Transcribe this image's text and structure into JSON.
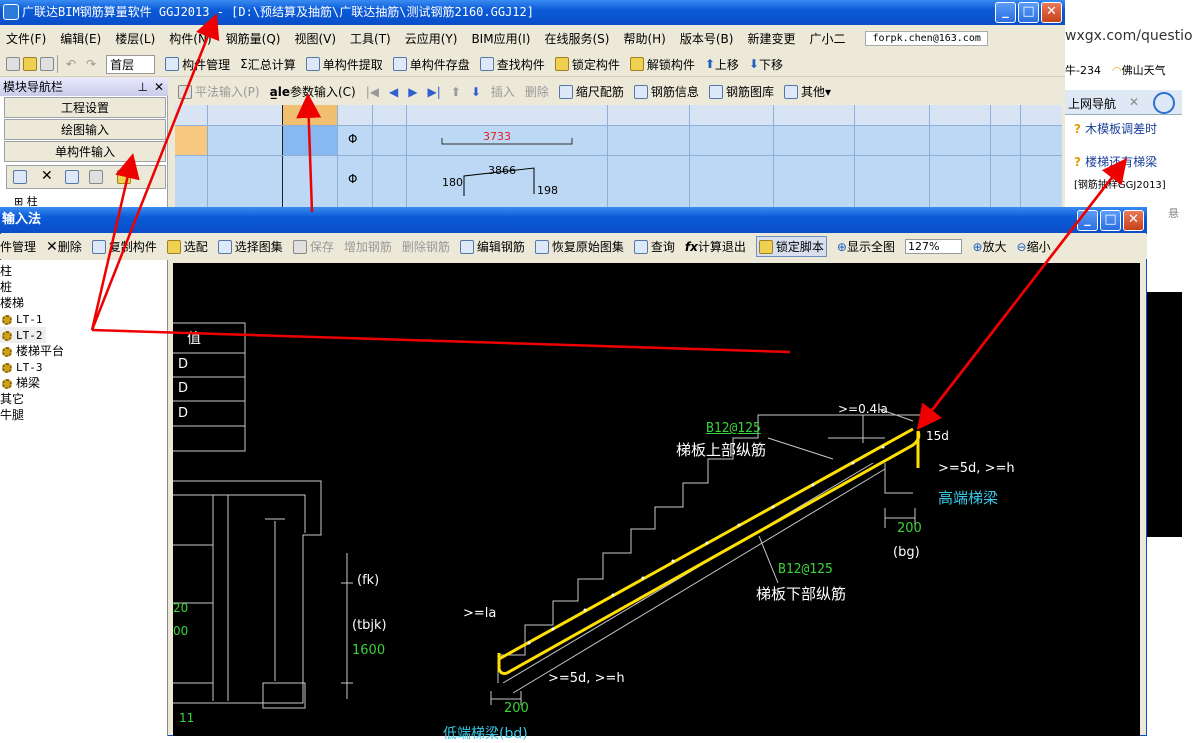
{
  "main": {
    "title": "广联达BIM钢筋算量软件 GGJ2013 - [D:\\预结算及抽筋\\广联达抽筋\\测试钢筋2160.GGJ12]",
    "menu": [
      "文件(F)",
      "编辑(E)",
      "楼层(L)",
      "构件(N)",
      "钢筋量(Q)",
      "视图(V)",
      "工具(T)",
      "云应用(Y)",
      "BIM应用(I)",
      "在线服务(S)",
      "帮助(H)",
      "版本号(B)",
      "新建变更",
      "广小二"
    ],
    "email": "forpk.chen@163.com",
    "toolbar": {
      "floor": "首层",
      "items": [
        "构件管理",
        "汇总计算",
        "单构件提取",
        "单构件存盘",
        "查找构件",
        "锁定构件",
        "解锁构件",
        "上移",
        "下移"
      ]
    },
    "nav": {
      "title": "模块导航栏",
      "buttons": [
        "工程设置",
        "绘图输入",
        "单构件输入"
      ],
      "tree_item": "柱"
    },
    "toolbar2": {
      "items": [
        "平法输入(P)",
        "参数输入(C)",
        "插入",
        "删除",
        "缩尺配筋",
        "钢筋信息",
        "钢筋图库",
        "其他"
      ]
    },
    "grid": {
      "row1_len": "3733",
      "row2_len": "3866",
      "row2_left": "180",
      "row2_right": "198",
      "symbol": "Φ"
    }
  },
  "browser": {
    "url": "wxgx.com/questio",
    "tag": "牛-234",
    "weather": "佛山天气",
    "tab": "上网导航",
    "q1": "木模板调差时",
    "q2": "楼梯还有梯梁",
    "q3": "[钢筋抽样GGJ2013]",
    "q4": "悬"
  },
  "dialog": {
    "title": "输入法",
    "toolbar": [
      "件管理",
      "删除",
      "复制构件",
      "选配",
      "选择图集",
      "保存",
      "增加钢筋",
      "删除钢筋",
      "编辑钢筋",
      "恢复原始图集",
      "查询",
      "计算退出",
      "锁定脚本",
      "显示全图",
      "放大",
      "缩小"
    ],
    "zoom": "127%",
    "tree": [
      "柱",
      "桩",
      "楼梯",
      "LT-1",
      "LT-2",
      "楼梯平台",
      "LT-3",
      "梯梁",
      "其它",
      "牛腿"
    ],
    "drawing": {
      "table_header": "值",
      "table_rows": [
        "D",
        "D",
        "D"
      ],
      "top_bar": "B12@125",
      "top_label": "梯板上部纵筋",
      "bot_bar": "B12@125",
      "bot_label": "梯板下部纵筋",
      "high_beam": "高端梯梁",
      "low_beam": "低端梯梁(bd)",
      "dim_200a": "200",
      "dim_bg": "(bg)",
      "dim_200b": "200",
      "anchor1": ">=0.4la",
      "anchor2": "15d",
      ">5d": ">=5d, >=h",
      "la": ">=la",
      ">5d2": ">=5d, >=h",
      "fk": "(fk)",
      "tbjk": "(tbjk)",
      "v1600": "1600",
      "v11": "11",
      "v20": "20",
      "v00": "00"
    }
  }
}
